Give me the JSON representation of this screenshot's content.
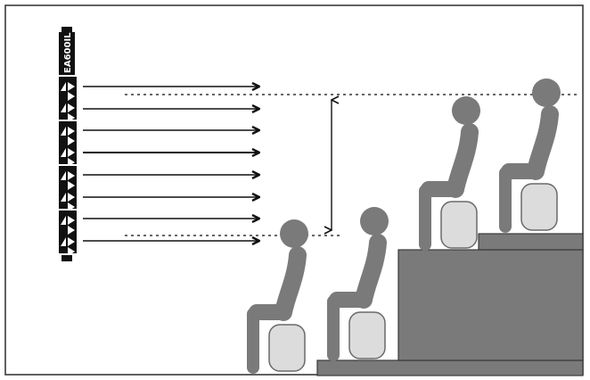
{
  "speaker": {
    "model_label": "EA600IL",
    "module_count": 4,
    "arrow_count": 8
  },
  "colors": {
    "frame": "#3a3a3a",
    "speaker_body": "#111111",
    "speaker_marks": "#ffffff",
    "arrow": "#111111",
    "person": "#7a7a7a",
    "seat": "#dcdcdc",
    "seat_edge": "#6a6a6a",
    "platform": "#7a7a7a",
    "platform_edge": "#3a3a3a",
    "guide_line": "#333333"
  },
  "audience": {
    "rows": 4
  }
}
